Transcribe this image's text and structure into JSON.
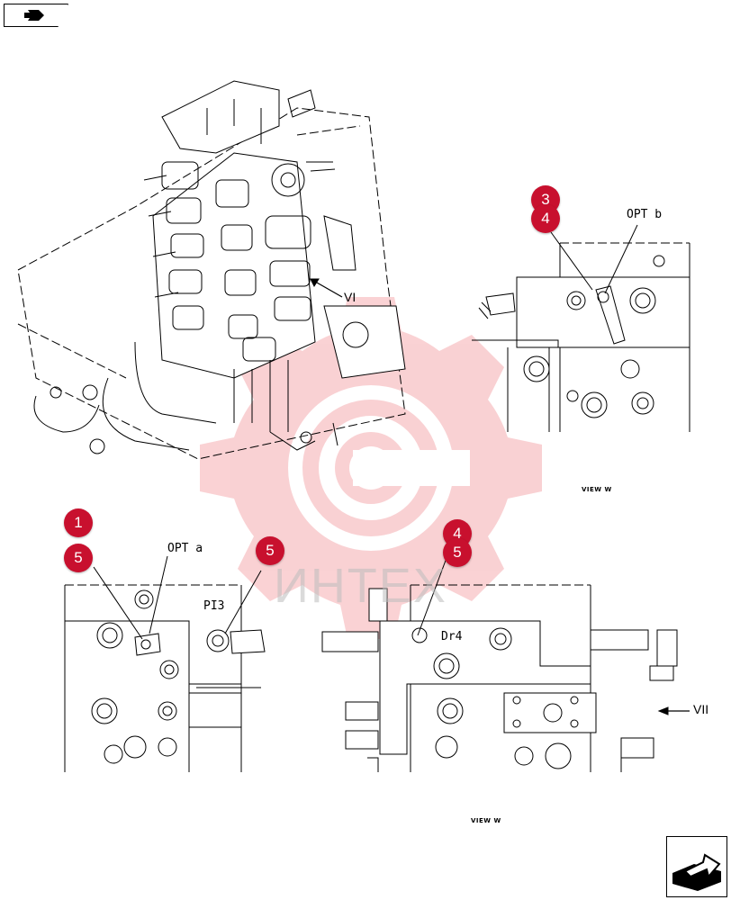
{
  "labels": {
    "opt_b": "OPT b",
    "opt_a": "OPT a",
    "pi3": "PI3",
    "dr4": "Dr4",
    "vi_arrow": "VI",
    "vii_arrow": "VII",
    "view_label_1": "VIEW W",
    "view_label_2": "VIEW W"
  },
  "callouts": {
    "top_right_3": "3",
    "top_right_4": "4",
    "bottom_left_1": "1",
    "bottom_left_5": "5",
    "bottom_left_pi3_5": "5",
    "bottom_right_4": "4",
    "bottom_right_5": "5"
  },
  "watermark": {
    "text": "ИНТЕХ",
    "color": "#e8323c"
  },
  "colors": {
    "callout": "#c8102e",
    "line": "#000000"
  }
}
